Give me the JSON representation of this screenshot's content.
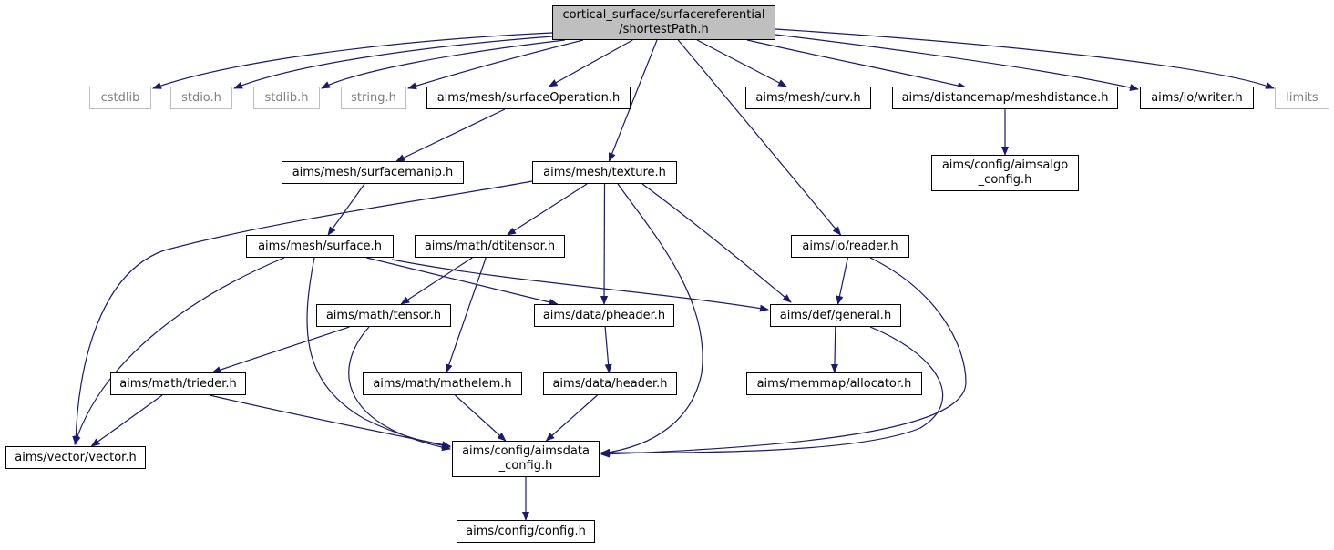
{
  "root": "n0",
  "nodes": [
    {
      "id": "n0",
      "lines": [
        "cortical_surface/surfacereferential",
        "/shortestPath.h"
      ],
      "style": "root"
    },
    {
      "id": "n1",
      "lines": [
        "cstdlib"
      ],
      "style": "missing"
    },
    {
      "id": "n2",
      "lines": [
        "stdio.h"
      ],
      "style": "missing"
    },
    {
      "id": "n3",
      "lines": [
        "stdlib.h"
      ],
      "style": "missing"
    },
    {
      "id": "n4",
      "lines": [
        "string.h"
      ],
      "style": "missing"
    },
    {
      "id": "n5",
      "lines": [
        "aims/mesh/surfaceOperation.h"
      ],
      "style": "normal"
    },
    {
      "id": "n6",
      "lines": [
        "aims/mesh/curv.h"
      ],
      "style": "normal"
    },
    {
      "id": "n7",
      "lines": [
        "aims/distancemap/meshdistance.h"
      ],
      "style": "normal"
    },
    {
      "id": "n8",
      "lines": [
        "aims/io/writer.h"
      ],
      "style": "normal"
    },
    {
      "id": "n9",
      "lines": [
        "limits"
      ],
      "style": "missing"
    },
    {
      "id": "n10",
      "lines": [
        "aims/mesh/surfacemanip.h"
      ],
      "style": "normal"
    },
    {
      "id": "n11",
      "lines": [
        "aims/mesh/texture.h"
      ],
      "style": "normal"
    },
    {
      "id": "n12",
      "lines": [
        "aims/config/aimsalgo",
        "_config.h"
      ],
      "style": "normal"
    },
    {
      "id": "n13",
      "lines": [
        "aims/mesh/surface.h"
      ],
      "style": "normal"
    },
    {
      "id": "n14",
      "lines": [
        "aims/math/dtitensor.h"
      ],
      "style": "normal"
    },
    {
      "id": "n15",
      "lines": [
        "aims/io/reader.h"
      ],
      "style": "normal"
    },
    {
      "id": "n16",
      "lines": [
        "aims/math/tensor.h"
      ],
      "style": "normal"
    },
    {
      "id": "n17",
      "lines": [
        "aims/data/pheader.h"
      ],
      "style": "normal"
    },
    {
      "id": "n18",
      "lines": [
        "aims/def/general.h"
      ],
      "style": "normal"
    },
    {
      "id": "n19",
      "lines": [
        "aims/math/trieder.h"
      ],
      "style": "normal"
    },
    {
      "id": "n20",
      "lines": [
        "aims/math/mathelem.h"
      ],
      "style": "normal"
    },
    {
      "id": "n21",
      "lines": [
        "aims/data/header.h"
      ],
      "style": "normal"
    },
    {
      "id": "n22",
      "lines": [
        "aims/memmap/allocator.h"
      ],
      "style": "normal"
    },
    {
      "id": "n23",
      "lines": [
        "aims/vector/vector.h"
      ],
      "style": "normal"
    },
    {
      "id": "n24",
      "lines": [
        "aims/config/aimsdata",
        "_config.h"
      ],
      "style": "normal"
    },
    {
      "id": "n25",
      "lines": [
        "aims/config/config.h"
      ],
      "style": "normal"
    }
  ],
  "edges": [
    [
      "n0",
      "n1"
    ],
    [
      "n0",
      "n2"
    ],
    [
      "n0",
      "n3"
    ],
    [
      "n0",
      "n4"
    ],
    [
      "n0",
      "n5"
    ],
    [
      "n0",
      "n11"
    ],
    [
      "n0",
      "n6"
    ],
    [
      "n0",
      "n15"
    ],
    [
      "n0",
      "n7"
    ],
    [
      "n0",
      "n8"
    ],
    [
      "n0",
      "n9"
    ],
    [
      "n5",
      "n10"
    ],
    [
      "n10",
      "n13"
    ],
    [
      "n7",
      "n12"
    ],
    [
      "n11",
      "n23"
    ],
    [
      "n11",
      "n14"
    ],
    [
      "n11",
      "n17"
    ],
    [
      "n11",
      "n24"
    ],
    [
      "n11",
      "n18"
    ],
    [
      "n15",
      "n18"
    ],
    [
      "n15",
      "n24"
    ],
    [
      "n13",
      "n23"
    ],
    [
      "n13",
      "n24"
    ],
    [
      "n13",
      "n17"
    ],
    [
      "n13",
      "n18"
    ],
    [
      "n14",
      "n16"
    ],
    [
      "n14",
      "n20"
    ],
    [
      "n16",
      "n19"
    ],
    [
      "n16",
      "n24"
    ],
    [
      "n17",
      "n21"
    ],
    [
      "n18",
      "n22"
    ],
    [
      "n18",
      "n24"
    ],
    [
      "n19",
      "n23"
    ],
    [
      "n19",
      "n24"
    ],
    [
      "n20",
      "n24"
    ],
    [
      "n21",
      "n24"
    ],
    [
      "n24",
      "n25"
    ]
  ],
  "colors": {
    "edge": "#191970",
    "node_border": "#000000",
    "missing_border": "#bfbfbf",
    "missing_text": "#808080",
    "root_fill": "#bfbfbf"
  }
}
